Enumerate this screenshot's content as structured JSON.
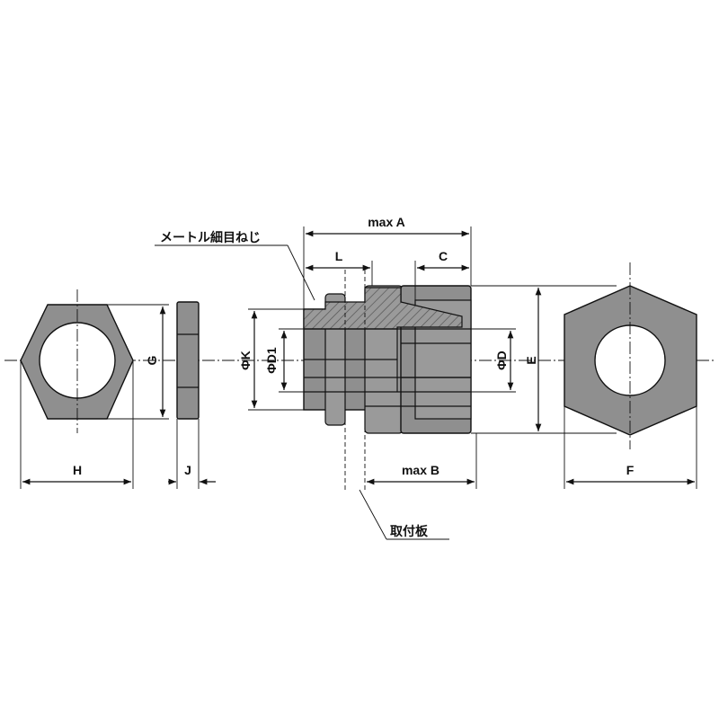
{
  "labels": {
    "max_a": "max  A",
    "l": "L",
    "c": "C",
    "thread": "メートル細目ねじ",
    "phi_k": "ΦK",
    "phi_d1": "ΦD1",
    "phi_d": "ΦD",
    "e": "E",
    "g": "G",
    "h": "H",
    "j": "J",
    "f": "F",
    "max_b": "max  B",
    "panel": "取付板"
  },
  "colors": {
    "body_fill": "#8f8f8f",
    "hatch": "#6e6e6e",
    "line": "#111111",
    "background": "#ffffff"
  }
}
